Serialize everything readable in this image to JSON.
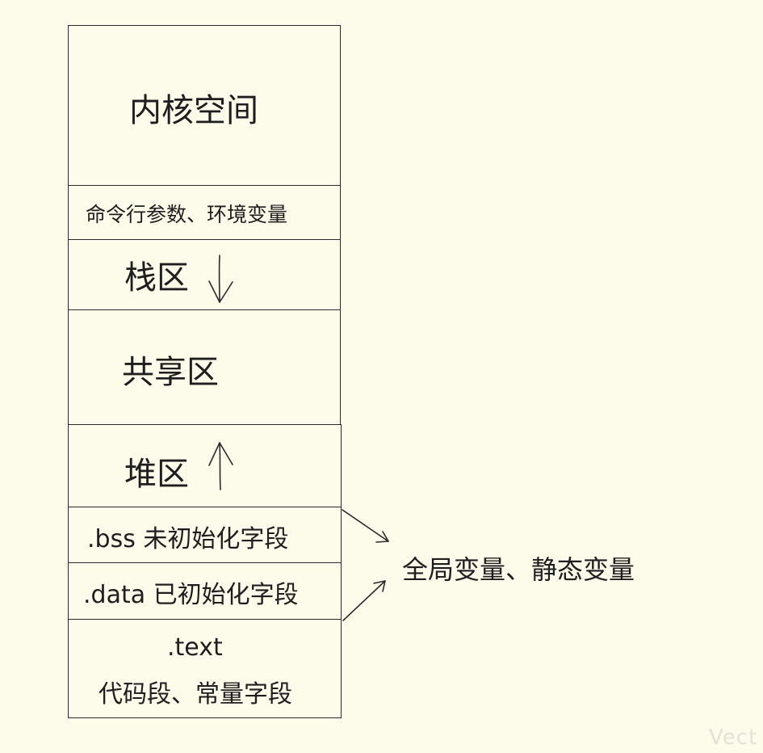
{
  "segments": {
    "kernel": "内核空间",
    "args_env": "命令行参数、环境变量",
    "stack": "栈区",
    "shared": "共享区",
    "heap": "堆区",
    "bss": ".bss 未初始化字段",
    "data": ".data 已初始化字段",
    "text_line1": ".text",
    "text_line2": "代码段、常量字段"
  },
  "annotation": "全局变量、静态变量",
  "watermark": "Vect"
}
